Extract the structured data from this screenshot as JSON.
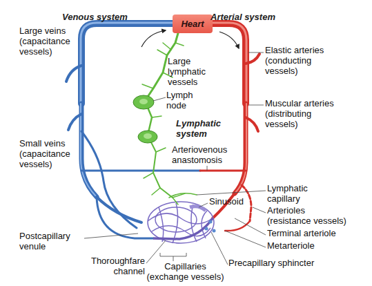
{
  "diagram": {
    "nodes": [
      {
        "text": [
          "Heart"
        ]
      }
    ],
    "labels": [
      "Venous system",
      "Arterial system",
      "Large veins (capacitance vessels)",
      "Elastic arteries (conducting vessels)",
      "Large lymphatic vessels",
      "Lymph node",
      "Muscular arteries (distributing vessels)",
      "Lymphatic system",
      "Small veins (capacitance vessels)",
      "Arteriovenous anastomosis",
      "Lymphatic capillary",
      "Sinusoid",
      "Arterioles (resistance vessels)",
      "Terminal arteriole",
      "Postcapillary venule",
      "Metarteriole",
      "Precapillary sphincter",
      "Thoroughfare channel",
      "Capillaries (exchange vessels)"
    ]
  }
}
